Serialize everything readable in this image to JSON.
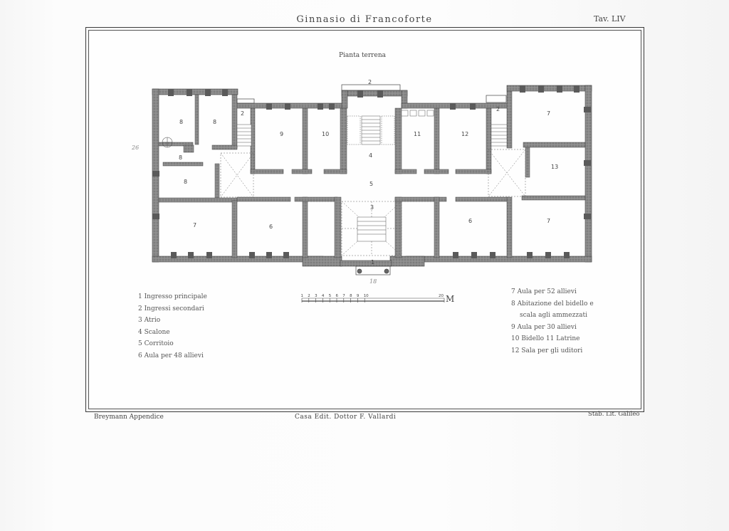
{
  "plate": {
    "title": "Ginnasio di Francoforte",
    "number": "Tav. LIV",
    "subtitle": "Pianta terrena"
  },
  "rooms": [
    {
      "label": "8",
      "note": "single-room"
    },
    {
      "label": "8"
    },
    {
      "label": "8"
    },
    {
      "label": "8"
    },
    {
      "label": "2"
    },
    {
      "label": "9"
    },
    {
      "label": "10"
    },
    {
      "label": "2"
    },
    {
      "label": "4"
    },
    {
      "label": "11"
    },
    {
      "label": "12"
    },
    {
      "label": "2"
    },
    {
      "label": "7"
    },
    {
      "label": "13"
    },
    {
      "label": "5"
    },
    {
      "label": "3"
    },
    {
      "label": "7"
    },
    {
      "label": "6"
    },
    {
      "label": "6"
    },
    {
      "label": "7"
    },
    {
      "label": "1"
    }
  ],
  "scale": {
    "ticks": [
      "1",
      "2",
      "3",
      "4",
      "5",
      "6",
      "7",
      "8",
      "9",
      "10"
    ],
    "end": "20",
    "unit": "M"
  },
  "legend_left": [
    "1  Ingresso principale",
    "2  Ingressi secondari",
    "3  Atrio",
    "4  Scalone",
    "5  Corritoio",
    "6  Aula per 48 allievi"
  ],
  "legend_right": [
    "7  Aula per 52 allievi",
    "8  Abitazione del bidello e",
    "scala agli ammezzati",
    "9  Aula per 30 allievi",
    "10  Bidello  11  Latrine",
    "12  Sala per gli uditori"
  ],
  "footer": {
    "left": "Breymann Appendice",
    "center": "Casa Edit. Dottor F. Vallardi",
    "right": "Stab. Lit. Galileo"
  },
  "pencil_marks": [
    "26",
    "18"
  ],
  "colors": {
    "wall": "#6f6f6f",
    "ink": "#333333",
    "paper": "#fdfdfd"
  }
}
